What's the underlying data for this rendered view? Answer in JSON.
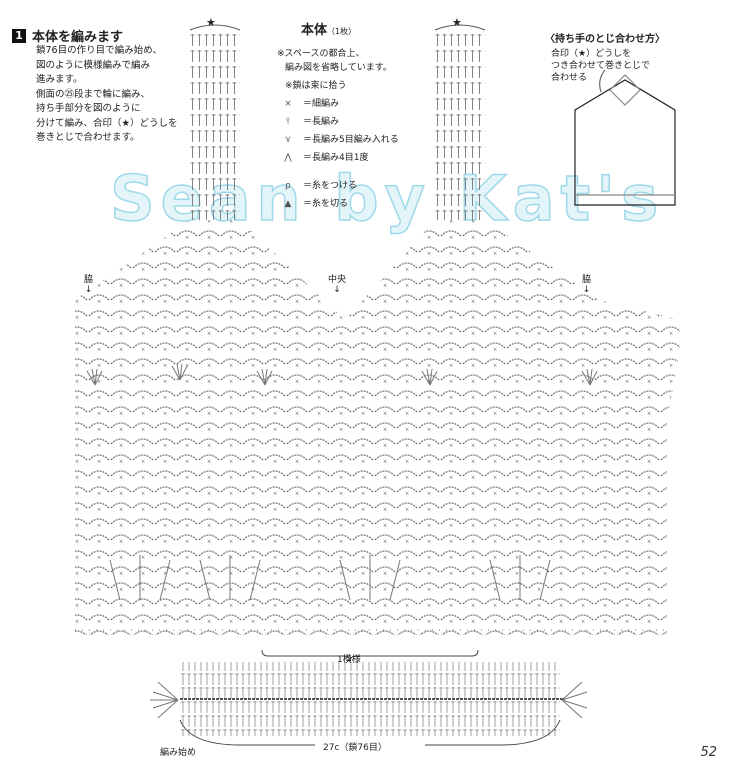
{
  "section": {
    "number": "1",
    "title": "本体を編みます",
    "instructions": [
      "鎖76目の作り目で編み始め、",
      "図のように模様編みで編み",
      "進みます。",
      "側面の㉕段まで輪に編み、",
      "持ち手部分を図のように",
      "分けて編み、合印（★）どうしを",
      "巻きとじで合わせます。"
    ]
  },
  "legend": {
    "title": "本体",
    "count": "（1枚）",
    "note1": "※スペースの都合上、",
    "note2": "編み図を省略しています。",
    "note3": "※鎖は束に拾う",
    "items": [
      {
        "symbol": "×",
        "label": "＝細編み"
      },
      {
        "symbol": "⫯",
        "label": "＝長編み"
      },
      {
        "symbol": "⋎",
        "label": "＝長編み5目編み入れる"
      },
      {
        "symbol": "⋀",
        "label": "＝長編み4目1度"
      },
      {
        "symbol": "⍴",
        "label": "＝糸をつける"
      },
      {
        "symbol": "▲",
        "label": "＝糸を切る"
      }
    ]
  },
  "howto": {
    "title": "〈持ち手のとじ合わせ方〉",
    "lines": [
      "合印（★）どうしを",
      "つき合わせて巻きとじで",
      "合わせる"
    ]
  },
  "diagram": {
    "side_left": "脇",
    "center": "中央",
    "side_right": "脇",
    "repeat": "1模様",
    "width_label": "27c（鎖76目）",
    "start": "編み始め",
    "star": "★"
  },
  "watermark": "Sean by Kat's",
  "page_number": "52"
}
